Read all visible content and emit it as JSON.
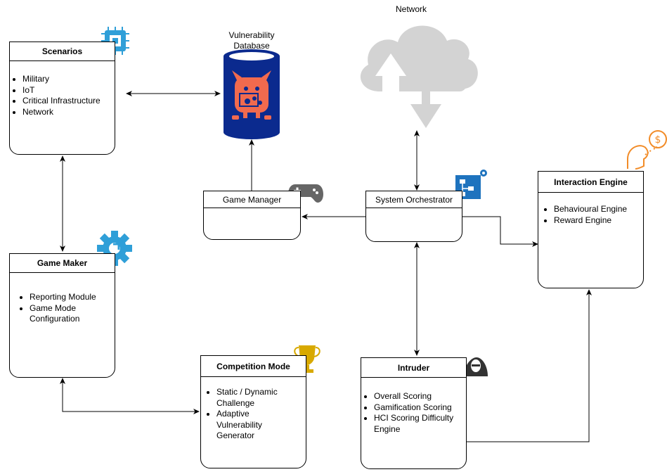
{
  "network": {
    "label": "Network"
  },
  "vuln_db": {
    "label_line1": "Vulnerability",
    "label_line2": "Database"
  },
  "scenarios": {
    "title": "Scenarios",
    "items": [
      "Military",
      "IoT",
      "Critical Infrastructure",
      "Network"
    ]
  },
  "game_maker": {
    "title": "Game Maker",
    "items": [
      "Reporting Module",
      "Game Mode Configuration"
    ]
  },
  "game_manager": {
    "title": "Game Manager"
  },
  "system_orchestrator": {
    "title": "System Orchestrator"
  },
  "interaction_engine": {
    "title": "Interaction Engine",
    "items": [
      "Behavioural Engine",
      "Reward Engine"
    ]
  },
  "competition_mode": {
    "title": "Competition Mode",
    "items": [
      "Static / Dynamic Challenge",
      "Adaptive Vulnerability Generator"
    ]
  },
  "intruder": {
    "title": "Intruder",
    "items": [
      "Overall Scoring",
      "Gamification Scoring",
      "HCI Scoring Difficulty Engine"
    ]
  },
  "icons": {
    "scenarios": "chip-icon",
    "game_maker": "gear-icon",
    "game_manager": "gamepad-icon",
    "system_orchestrator": "network-settings-icon",
    "interaction_engine": "head-bitcoin-icon",
    "competition_mode": "trophy-icon",
    "intruder": "hacker-icon",
    "vuln_db": "database-monster-icon",
    "network": "cloud-updown-icon"
  },
  "colors": {
    "db_blue": "#0b2a8e",
    "monster": "#f16a4e",
    "cloud": "#d3d3d3",
    "gear_blue": "#2f9fd8",
    "trophy": "#d8a900",
    "orange_icon": "#f28c28"
  }
}
